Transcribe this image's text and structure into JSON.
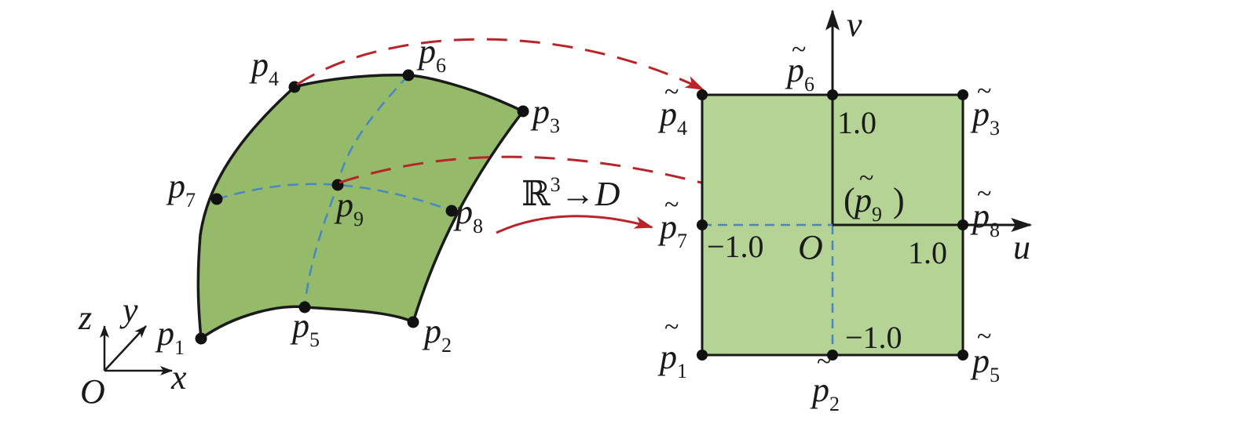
{
  "colors": {
    "surface_fill": "#94ba6a",
    "domain_fill": "#b5d394",
    "outline": "#1a1a1a",
    "grid_dash": "#4a86c5",
    "mapping_arrow": "#b8242a",
    "point": "#111111"
  },
  "coordinate_axes": {
    "origin": "O",
    "x": "x",
    "y": "y",
    "z": "z"
  },
  "surface_points": {
    "p1": {
      "base": "p",
      "index": "1"
    },
    "p2": {
      "base": "p",
      "index": "2"
    },
    "p3": {
      "base": "p",
      "index": "3"
    },
    "p4": {
      "base": "p",
      "index": "4"
    },
    "p5": {
      "base": "p",
      "index": "5"
    },
    "p6": {
      "base": "p",
      "index": "6"
    },
    "p7": {
      "base": "p",
      "index": "7"
    },
    "p8": {
      "base": "p",
      "index": "8"
    },
    "p9": {
      "base": "p",
      "index": "9"
    }
  },
  "mapping": {
    "space": "ℝ",
    "power": "3",
    "arrow": "→",
    "target": "D"
  },
  "domain": {
    "u_label": "u",
    "v_label": "v",
    "origin_label": "O",
    "ticks": {
      "u_pos": "1.0",
      "u_neg": "−1.0",
      "v_pos": "1.0",
      "v_neg": "−1.0"
    },
    "p9_open": "(",
    "p9_close": ")"
  },
  "domain_points": {
    "q1": {
      "base": "p",
      "index": "1",
      "tilde": "~"
    },
    "q2": {
      "base": "p",
      "index": "2",
      "tilde": "~"
    },
    "q3": {
      "base": "p",
      "index": "3",
      "tilde": "~"
    },
    "q4": {
      "base": "p",
      "index": "4",
      "tilde": "~"
    },
    "q5": {
      "base": "p",
      "index": "5",
      "tilde": "~"
    },
    "q6": {
      "base": "p",
      "index": "6",
      "tilde": "~"
    },
    "q7": {
      "base": "p",
      "index": "7",
      "tilde": "~"
    },
    "q8": {
      "base": "p",
      "index": "8",
      "tilde": "~"
    },
    "q9": {
      "base": "p",
      "index": "9",
      "tilde": "~"
    }
  }
}
